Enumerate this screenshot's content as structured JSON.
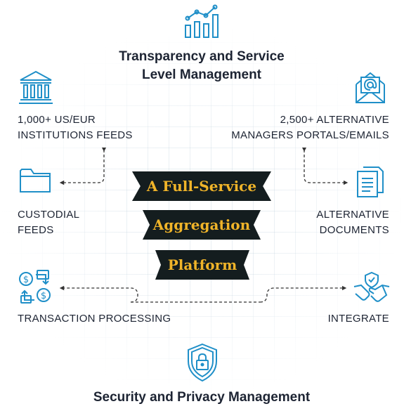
{
  "top_title": {
    "line1": "Transparency and Service",
    "line2": "Level Management"
  },
  "bottom_title": "Security and Privacy Management",
  "banners": [
    "A Full-Service",
    "Aggregation",
    "Platform"
  ],
  "nodes": {
    "institutions": {
      "label": "1,000+ US/EUR\nINSTITUTIONS FEEDS",
      "icon": "bank-icon"
    },
    "alt_managers": {
      "label": "2,500+  ALTERNATIVE\nMANAGERS PORTALS/EMAILS",
      "icon": "envelope-at-icon"
    },
    "custodial": {
      "label": "CUSTODIAL\nFEEDS",
      "icon": "folder-icon"
    },
    "alt_documents": {
      "label": "ALTERNATIVE\nDOCUMENTS",
      "icon": "documents-icon"
    },
    "transactions": {
      "label": "TRANSACTION PROCESSING",
      "icon": "currency-exchange-icon"
    },
    "integrate": {
      "label": "INTEGRATE",
      "icon": "handshake-icon"
    }
  },
  "colors": {
    "icon": "#1f8fc8",
    "banner_bg": "#141d1f",
    "banner_text": "#f0b429",
    "text": "#1d2433",
    "line": "#333333"
  }
}
